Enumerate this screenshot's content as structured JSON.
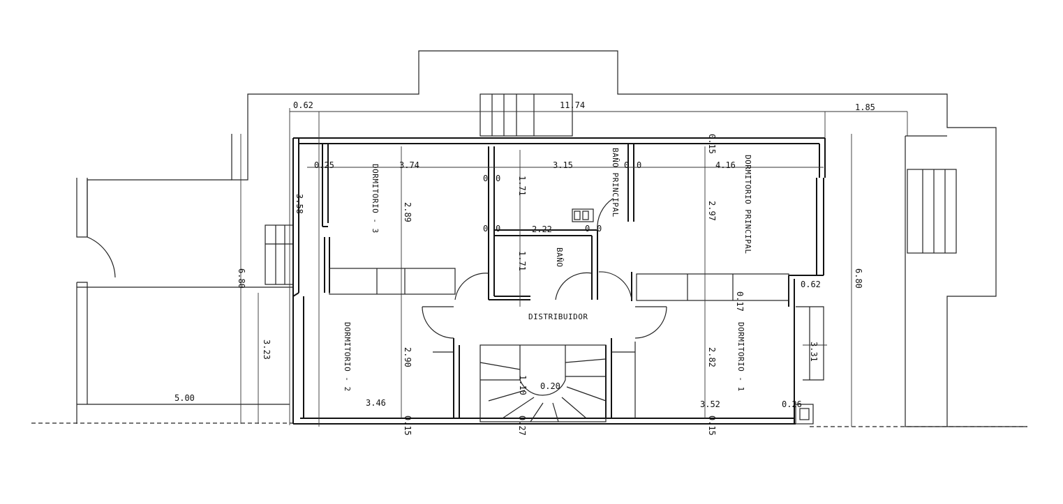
{
  "rooms": {
    "dormitorio_3": "DORMITORIO  -  3",
    "dormitorio_2": "DORMITORIO  -  2",
    "dormitorio_1": "DORMITORIO  -  1",
    "dormitorio_principal": "DORMITORIO PRINCIPAL",
    "bano_principal": "BAÑO PRINCIPAL",
    "bano": "BAÑO",
    "distribuidor": "DISTRIBUIDOR"
  },
  "dimensions": {
    "top_062": "0.62",
    "top_1174": "11.74",
    "top_185": "1.85",
    "d_025": "0.25",
    "d_374": "3.74",
    "d_315": "3.15",
    "d_416": "4.16",
    "d_015_top": "0.15",
    "d_289": "2.89",
    "d_171_a": "1.71",
    "d_297": "2.97",
    "d_358": "3.58",
    "d_222": "2.22",
    "d_171_b": "1.71",
    "d_680_left": "6.80",
    "d_680_right": "6.80",
    "d_062_right": "0.62",
    "d_017": "0.17",
    "d_323": "3.23",
    "d_290": "2.90",
    "d_282": "2.82",
    "d_331": "3.31",
    "d_110": "1.10",
    "d_020": "0.20",
    "d_500": "5.00",
    "d_346": "3.46",
    "d_352": "3.52",
    "d_026": "0.26",
    "d_015_b1": "0.15",
    "d_027": "0.27",
    "d_015_b2": "0.15",
    "z_a": "0",
    "z_b": "0",
    "z_c": "0",
    "z_d": "0",
    "z_e": "0",
    "z_f": "0",
    "z_g": "0",
    "z_h": "0"
  }
}
